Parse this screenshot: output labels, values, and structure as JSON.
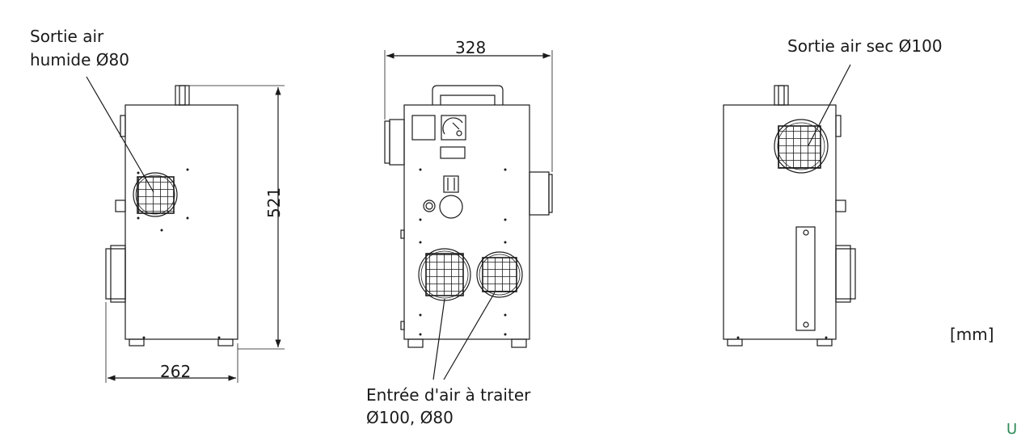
{
  "labels": {
    "outlet_humid_line1": "Sortie air",
    "outlet_humid_line2": "humide Ø80",
    "outlet_dry": "Sortie air sec Ø100",
    "inlet_line1": "Entrée d'air à traiter",
    "inlet_line2": "Ø100, Ø80",
    "unit": "[mm]",
    "corner_mark": "U"
  },
  "dimensions": {
    "depth": "262",
    "width": "328",
    "height": "521"
  },
  "colors": {
    "line": "#1a1a1a",
    "background": "#ffffff",
    "corner_mark": "#2e8b57"
  }
}
